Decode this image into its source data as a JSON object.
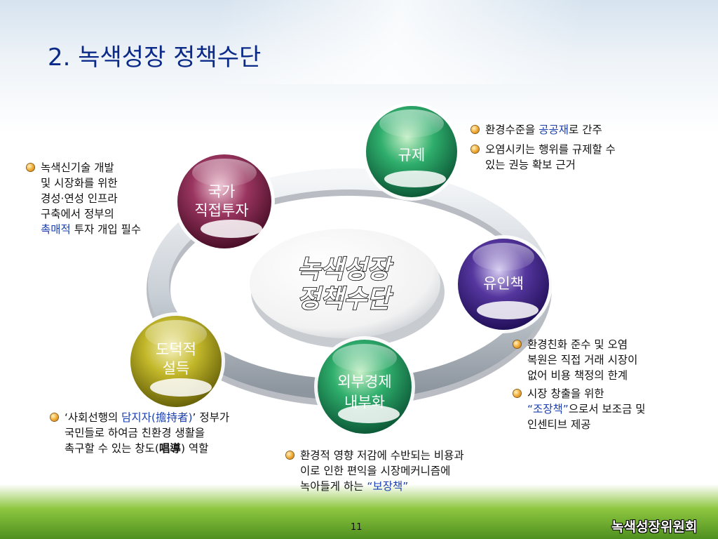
{
  "title": "2. 녹색성장 정책수단",
  "center": {
    "line1": "녹색성장",
    "line2": "정책수단"
  },
  "orbs": {
    "regulation": {
      "label": "규제",
      "color": "#1f9b68"
    },
    "national": {
      "line1": "국가",
      "line2": "직접투자",
      "color": "#8e2d55"
    },
    "incentive": {
      "label": "유인책",
      "color": "#4b2c8f"
    },
    "moral": {
      "line1": "도덕적",
      "line2": "설득",
      "color": "#b2a91e"
    },
    "external": {
      "line1": "외부경제",
      "line2": "내부화",
      "color": "#1f9b68"
    }
  },
  "notes": {
    "regulation": [
      {
        "pre": "환경수준을 ",
        "hl": "공공재",
        "post": "로 간주"
      },
      {
        "line1": "오염시키는 행위를 규제할 수",
        "line2": "있는 권능 확보 근거"
      }
    ],
    "national": {
      "l1": "녹색신기술 개발",
      "l2": "및 시장화를 위한",
      "l3": "경성·연성 인프라",
      "l4": "구축에서 정부의",
      "l5_hl": "촉매적",
      "l5_post": " 투자 개입 필수"
    },
    "incentive": [
      {
        "l1": "환경친화 준수 및 오염",
        "l2": "복원은 직접 거래 시장이",
        "l3": "없어 비용 책정의 한계"
      },
      {
        "l1": "시장 창출을 위한",
        "l2_hl": "“조장책”",
        "l2_post": "으로서 보조금 및",
        "l3": "인센티브 제공"
      }
    ],
    "moral": {
      "l1_pre": "‘사회선행의 ",
      "l1_hl": "담지자(擔持者)",
      "l1_post": "’ 정부가",
      "l2": "국민들로 하여금 친환경 생활을",
      "l3_pre": "촉구할 수 있는 창도(",
      "l3_bold": "唱導",
      "l3_post": ") 역할"
    },
    "external": {
      "l1": "환경적 영향 저감에 수반되는 비용과",
      "l2": "이로 인한 편익을 시장메커니즘에",
      "l3_pre": "녹아들게 하는 ",
      "l3_hl": "“보장책”"
    }
  },
  "footer": {
    "page": "11",
    "org": "녹색성장위원회"
  }
}
